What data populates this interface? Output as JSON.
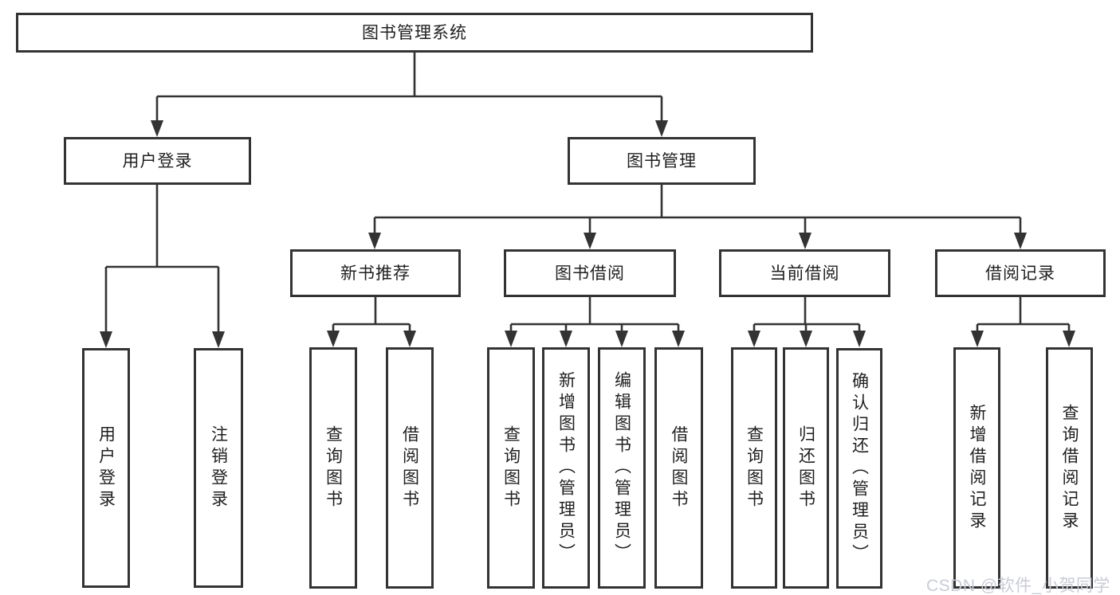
{
  "colors": {
    "line": "#333333",
    "text": "#1f1f1f",
    "box_bg": "#ffffff",
    "watermark": "#c9cbd6",
    "page_bg": "#ffffff"
  },
  "watermark": "CSDN @软件_小贺同学",
  "root": {
    "label": "图书管理系统"
  },
  "level2": [
    {
      "label": "用户登录"
    },
    {
      "label": "图书管理"
    }
  ],
  "level3": [
    {
      "label": "新书推荐"
    },
    {
      "label": "图书借阅"
    },
    {
      "label": "当前借阅"
    },
    {
      "label": "借阅记录"
    }
  ],
  "leaves": {
    "user_login": [
      "用户登录",
      "注销登录"
    ],
    "new_book_recommend": [
      "查询图书",
      "借阅图书"
    ],
    "book_borrow": [
      "查询图书",
      "新增图书（管理员）",
      "编辑图书（管理员）",
      "借阅图书"
    ],
    "current_borrow": [
      "查询图书",
      "归还图书",
      "确认归还（管理员）"
    ],
    "borrow_record": [
      "新增借阅记录",
      "查询借阅记录"
    ]
  }
}
